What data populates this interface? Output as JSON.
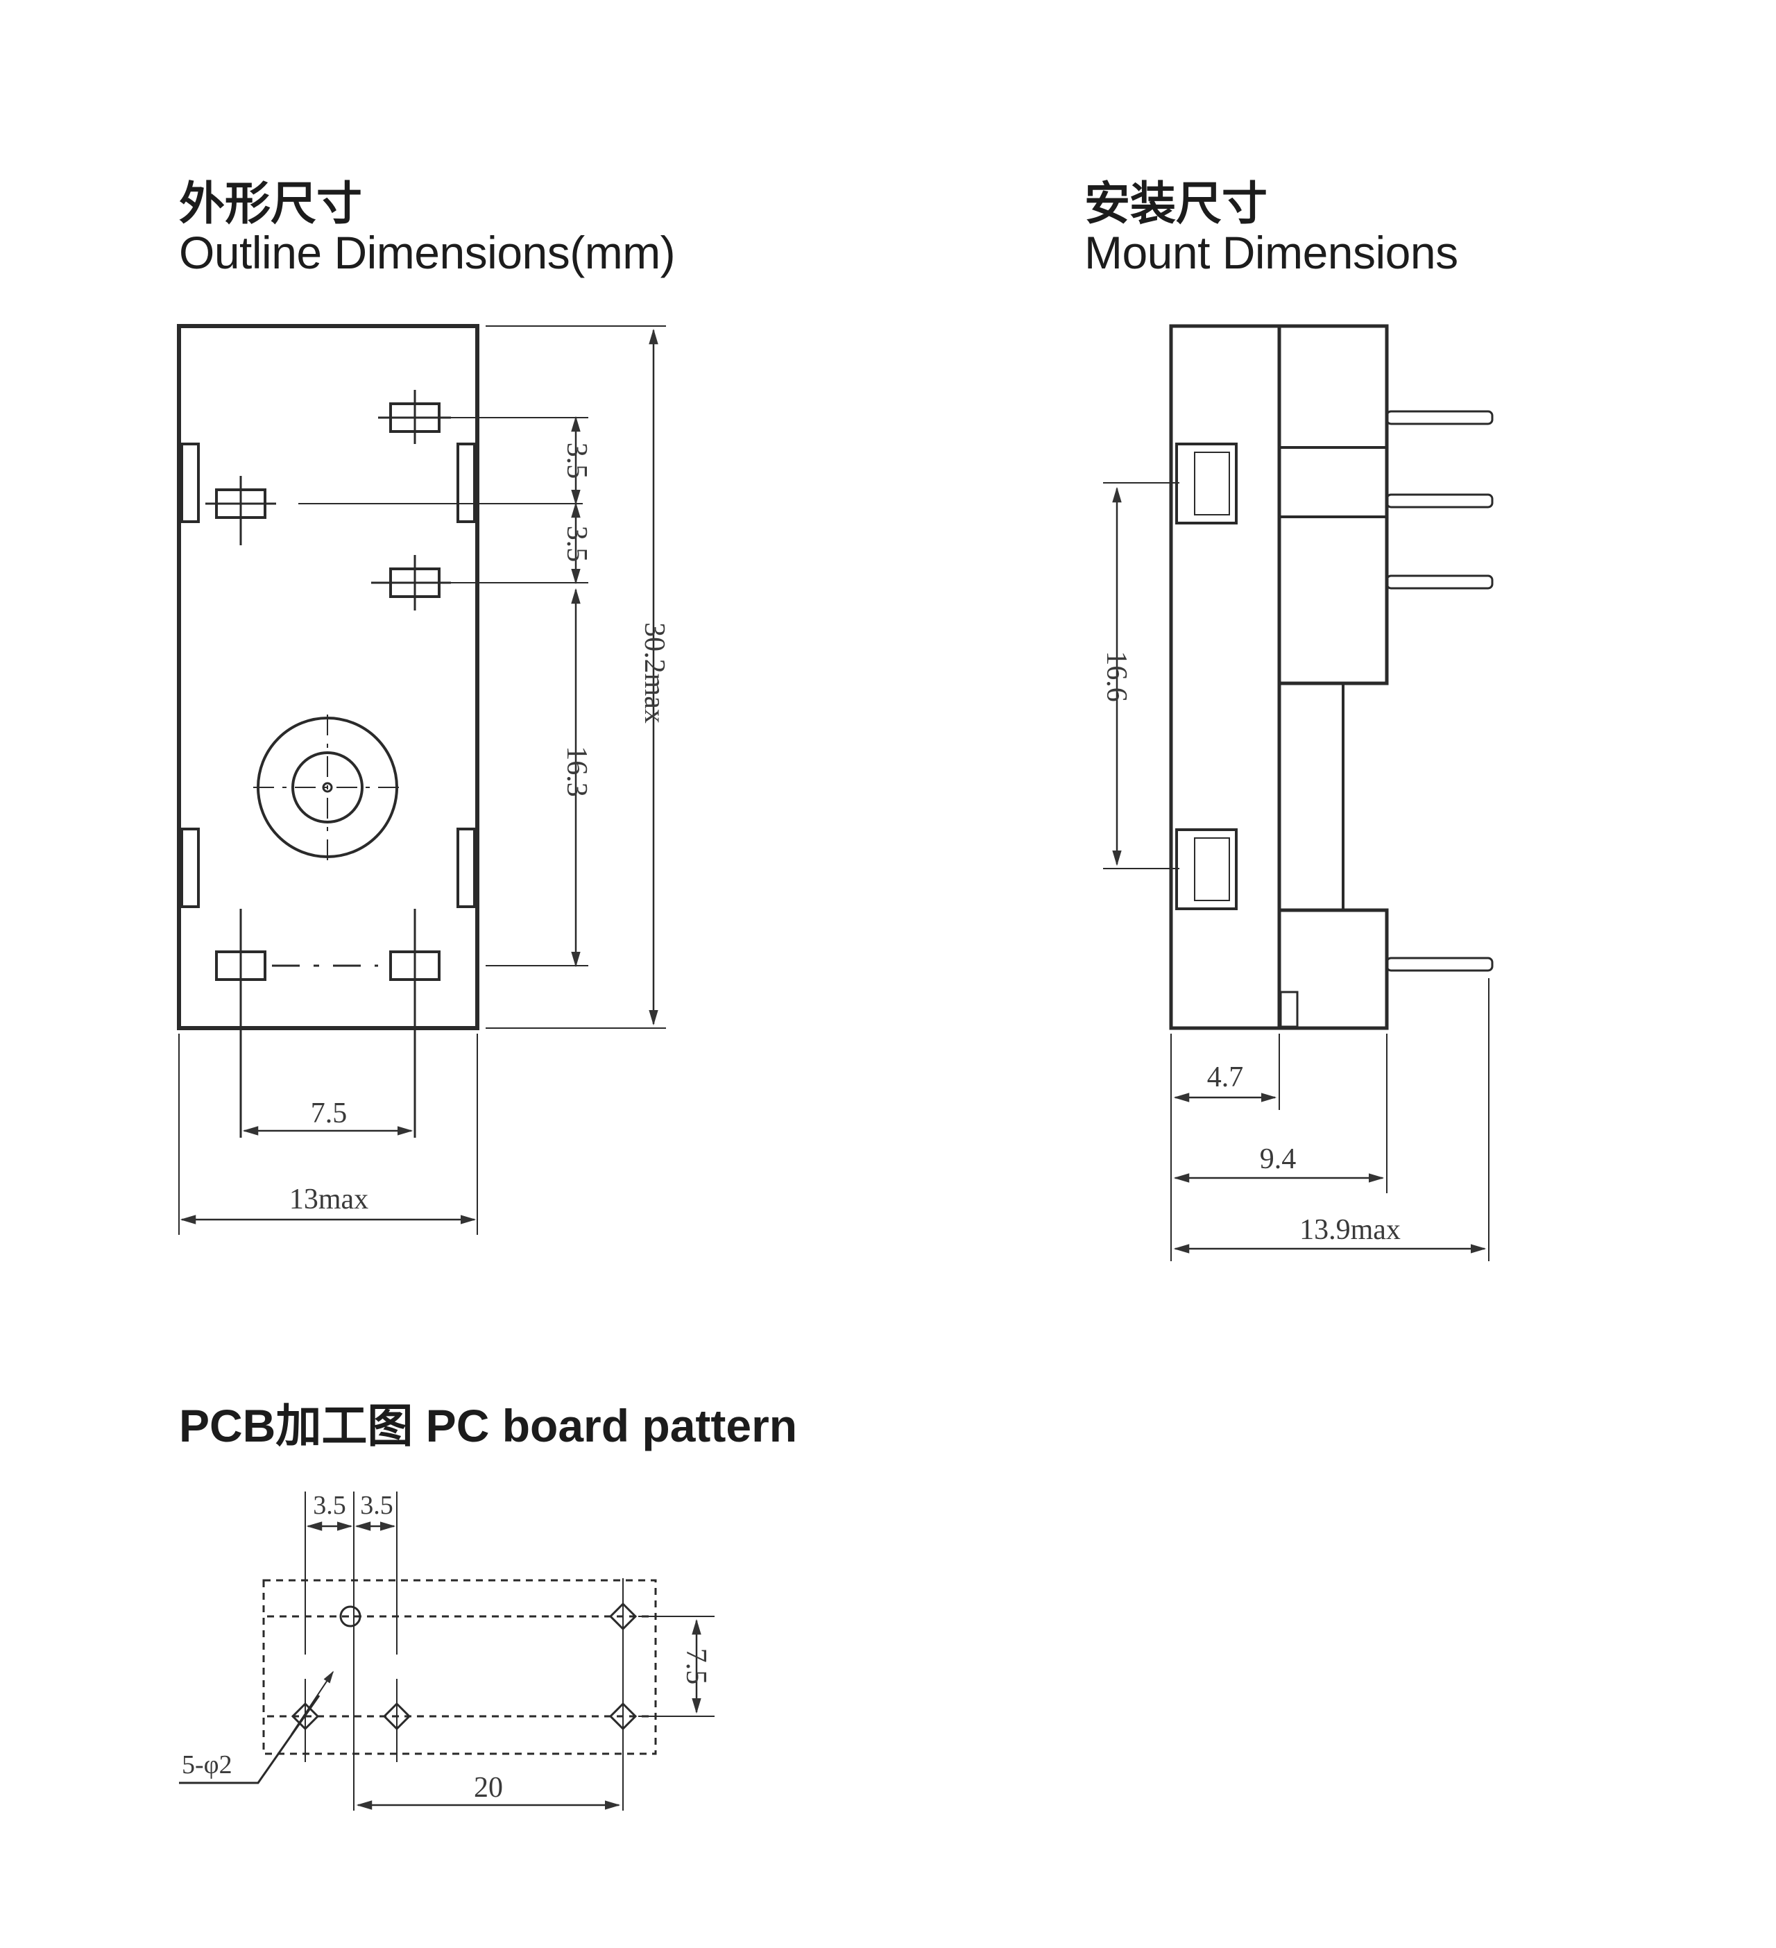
{
  "outline": {
    "title_cn": "外形尺寸",
    "title_en": "Outline Dimensions(mm)",
    "dims": {
      "pin_pitch_top": "3.5",
      "pin_pitch_mid": "3.5",
      "pin_to_bottom": "16.3",
      "height": "30.2max",
      "pin_spacing": "7.5",
      "width": "13max"
    }
  },
  "mount": {
    "title_cn": "安装尺寸",
    "title_en": "Mount Dimensions",
    "dims": {
      "clip_spacing": "16.6",
      "body_depth": "4.7",
      "depth": "9.4",
      "total_depth": "13.9max"
    }
  },
  "pcb": {
    "title": "PCB加工图 PC board pattern",
    "dims": {
      "pitch_a": "3.5",
      "pitch_b": "3.5",
      "row_spacing": "7.5",
      "length": "20",
      "holes": "5-φ2"
    }
  },
  "colors": {
    "line": "#2a2a2a",
    "text": "#1c1c1c"
  }
}
